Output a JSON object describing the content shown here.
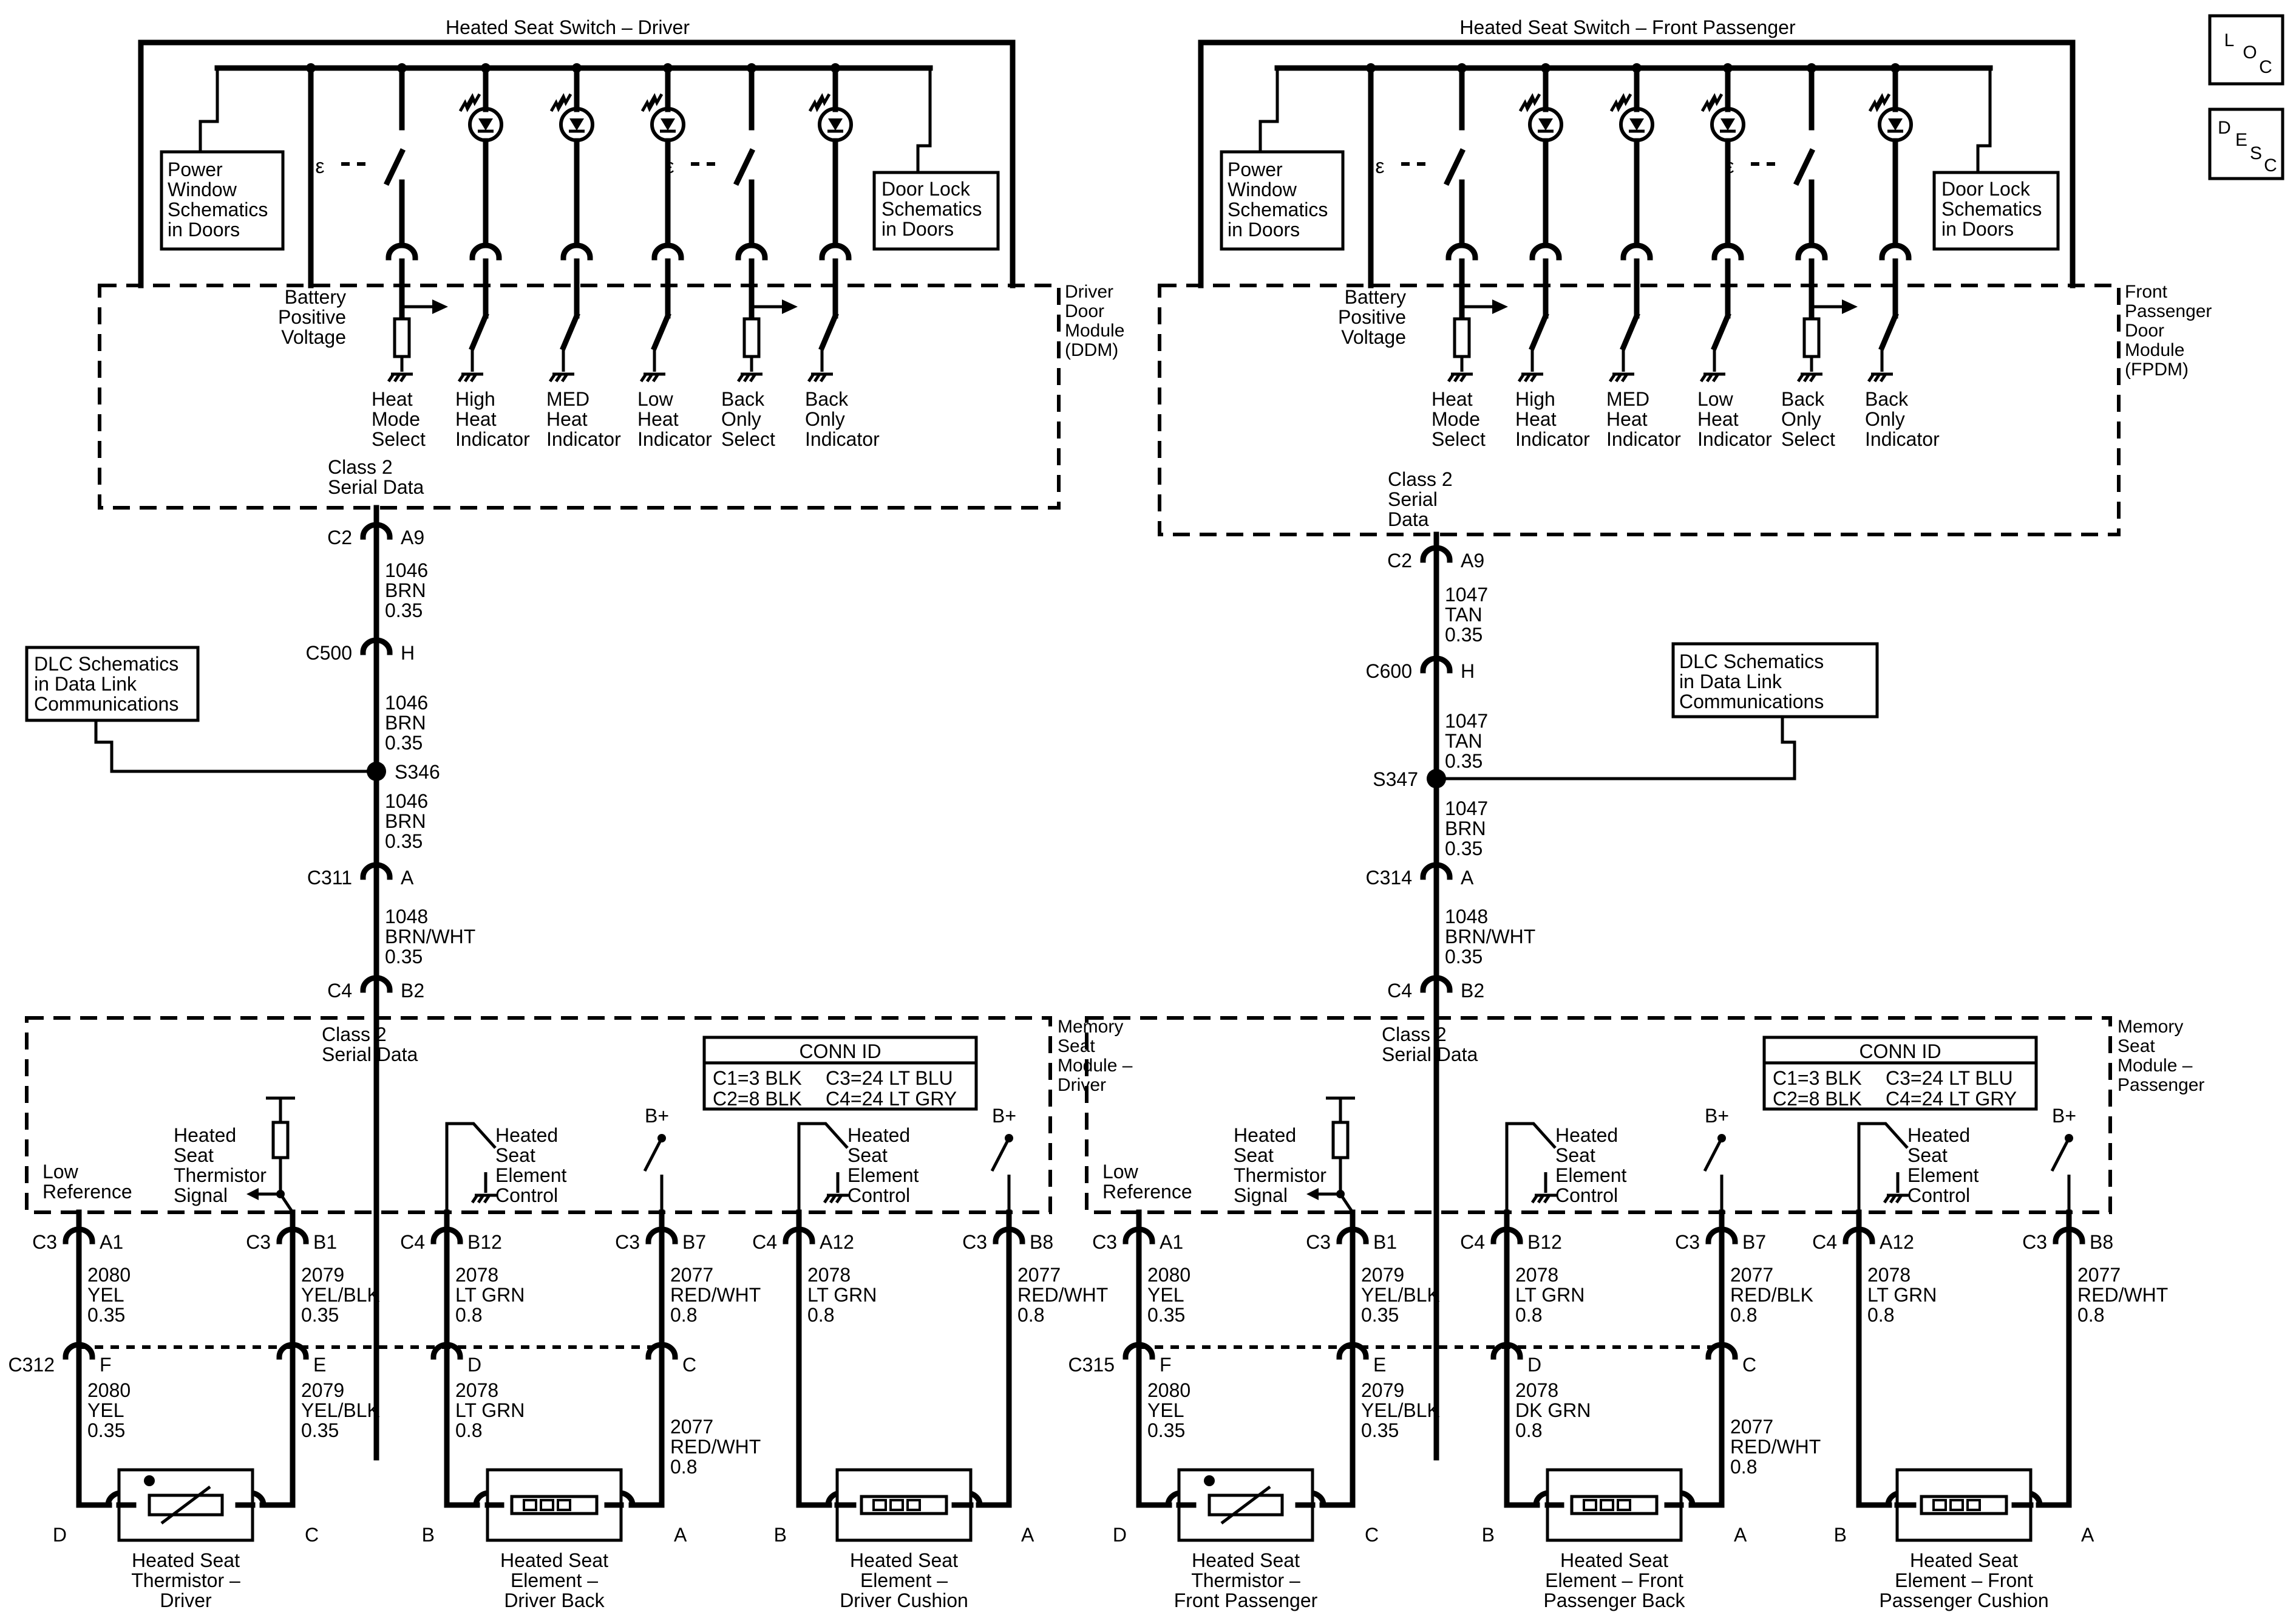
{
  "driver": {
    "switch_title": "Heated Seat Switch – Driver",
    "power_window_ref": [
      "Power",
      "Window",
      "Schematics",
      "in Doors"
    ],
    "door_lock_ref": [
      "Door Lock",
      "Schematics",
      "in Doors"
    ],
    "battery_label": [
      "Battery",
      "Positive",
      "Voltage"
    ],
    "module_label": [
      "Driver",
      "Door",
      "Module",
      "(DDM)"
    ],
    "circuits": [
      [
        "Heat",
        "Mode",
        "Select"
      ],
      [
        "High",
        "Heat",
        "Indicator"
      ],
      [
        "MED",
        "Heat",
        "Indicator"
      ],
      [
        "Low",
        "Heat",
        "Indicator"
      ],
      [
        "Back",
        "Only",
        "Select"
      ],
      [
        "Back",
        "Only",
        "Indicator"
      ]
    ],
    "serial_top": [
      "Class 2",
      "Serial Data"
    ],
    "conn_top": {
      "name": "C2",
      "pin": "A9"
    },
    "wire1": [
      "1046",
      "BRN",
      "0.35"
    ],
    "conn_mid": {
      "name": "C500",
      "pin": "H"
    },
    "wire2": [
      "1046",
      "BRN",
      "0.35"
    ],
    "splice": "S346",
    "wire3": [
      "1046",
      "BRN",
      "0.35"
    ],
    "conn_low": {
      "name": "C311",
      "pin": "A"
    },
    "wire4": [
      "1048",
      "BRN/WHT",
      "0.35"
    ],
    "conn_mem": {
      "name": "C4",
      "pin": "B2"
    },
    "dlc_ref": [
      "DLC Schematics",
      "in Data Link",
      "Communications"
    ],
    "memory_module": [
      "Memory",
      "Seat",
      "Module –",
      "Driver"
    ],
    "serial_mem": [
      "Class 2",
      "Serial Data"
    ],
    "conn_id_title": "CONN ID",
    "conn_id_rows": [
      [
        "C1=3 BLK",
        "C3=24 LT BLU"
      ],
      [
        "C2=8 BLK",
        "C4=24 LT GRY"
      ]
    ],
    "low_ref": [
      "Low",
      "Reference"
    ],
    "thermistor_signal": [
      "Heated",
      "Seat",
      "Thermistor",
      "Signal"
    ],
    "element_control": [
      "Heated",
      "Seat",
      "Element",
      "Control"
    ],
    "b_plus": "B+",
    "pins": [
      {
        "conn": "C3",
        "pin": "A1",
        "wire": [
          "2080",
          "YEL",
          "0.35"
        ],
        "inline": "F",
        "wire2": [
          "2080",
          "YEL",
          "0.35"
        ]
      },
      {
        "conn": "C3",
        "pin": "B1",
        "wire": [
          "2079",
          "YEL/BLK",
          "0.35"
        ],
        "inline": "E",
        "wire2": [
          "2079",
          "YEL/BLK",
          "0.35"
        ]
      },
      {
        "conn": "C4",
        "pin": "B12",
        "wire": [
          "2078",
          "LT GRN",
          "0.8"
        ],
        "inline": "D",
        "wire2": [
          "2078",
          "LT GRN",
          "0.8"
        ]
      },
      {
        "conn": "C3",
        "pin": "B7",
        "wire": [
          "2077",
          "RED/WHT",
          "0.8"
        ],
        "inline": "C",
        "wire2": [
          "2077",
          "RED/WHT",
          "0.8"
        ]
      },
      {
        "conn": "C4",
        "pin": "A12",
        "wire": [
          "2078",
          "LT GRN",
          "0.8"
        ]
      },
      {
        "conn": "C3",
        "pin": "B8",
        "wire": [
          "2077",
          "RED/WHT",
          "0.8"
        ]
      }
    ],
    "inline_conn": "C312",
    "components": [
      {
        "left": "D",
        "right": "C",
        "label": [
          "Heated Seat",
          "Thermistor –",
          "Driver"
        ]
      },
      {
        "left": "B",
        "right": "A",
        "label": [
          "Heated Seat",
          "Element –",
          "Driver Back"
        ]
      },
      {
        "left": "B",
        "right": "A",
        "label": [
          "Heated Seat",
          "Element –",
          "Driver Cushion"
        ]
      }
    ]
  },
  "passenger": {
    "switch_title": "Heated Seat Switch – Front Passenger",
    "power_window_ref": [
      "Power",
      "Window",
      "Schematics",
      "in Doors"
    ],
    "door_lock_ref": [
      "Door Lock",
      "Schematics",
      "in Doors"
    ],
    "battery_label": [
      "Battery",
      "Positive",
      "Voltage"
    ],
    "module_label": [
      "Front",
      "Passenger",
      "Door",
      "Module",
      "(FPDM)"
    ],
    "circuits": [
      [
        "Heat",
        "Mode",
        "Select"
      ],
      [
        "High",
        "Heat",
        "Indicator"
      ],
      [
        "MED",
        "Heat",
        "Indicator"
      ],
      [
        "Low",
        "Heat",
        "Indicator"
      ],
      [
        "Back",
        "Only",
        "Select"
      ],
      [
        "Back",
        "Only",
        "Indicator"
      ]
    ],
    "serial_top": [
      "Class 2",
      "Serial",
      "Data"
    ],
    "conn_top": {
      "name": "C2",
      "pin": "A9"
    },
    "wire1": [
      "1047",
      "TAN",
      "0.35"
    ],
    "conn_mid": {
      "name": "C600",
      "pin": "H"
    },
    "wire2": [
      "1047",
      "TAN",
      "0.35"
    ],
    "splice": "S347",
    "wire3": [
      "1047",
      "BRN",
      "0.35"
    ],
    "conn_low": {
      "name": "C314",
      "pin": "A"
    },
    "wire4": [
      "1048",
      "BRN/WHT",
      "0.35"
    ],
    "conn_mem": {
      "name": "C4",
      "pin": "B2"
    },
    "dlc_ref": [
      "DLC Schematics",
      "in Data Link",
      "Communications"
    ],
    "memory_module": [
      "Memory",
      "Seat",
      "Module –",
      "Passenger"
    ],
    "serial_mem": [
      "Class 2",
      "Serial Data"
    ],
    "conn_id_title": "CONN ID",
    "conn_id_rows": [
      [
        "C1=3 BLK",
        "C3=24 LT BLU"
      ],
      [
        "C2=8 BLK",
        "C4=24 LT GRY"
      ]
    ],
    "low_ref": [
      "Low",
      "Reference"
    ],
    "thermistor_signal": [
      "Heated",
      "Seat",
      "Thermistor",
      "Signal"
    ],
    "element_control": [
      "Heated",
      "Seat",
      "Element",
      "Control"
    ],
    "b_plus": "B+",
    "pins": [
      {
        "conn": "C3",
        "pin": "A1",
        "wire": [
          "2080",
          "YEL",
          "0.35"
        ],
        "inline": "F",
        "wire2": [
          "2080",
          "YEL",
          "0.35"
        ]
      },
      {
        "conn": "C3",
        "pin": "B1",
        "wire": [
          "2079",
          "YEL/BLK",
          "0.35"
        ],
        "inline": "E",
        "wire2": [
          "2079",
          "YEL/BLK",
          "0.35"
        ]
      },
      {
        "conn": "C4",
        "pin": "B12",
        "wire": [
          "2078",
          "LT GRN",
          "0.8"
        ],
        "inline": "D",
        "wire2": [
          "2078",
          "DK GRN",
          "0.8"
        ]
      },
      {
        "conn": "C3",
        "pin": "B7",
        "wire": [
          "2077",
          "RED/BLK",
          "0.8"
        ],
        "inline": "C",
        "wire2": [
          "2077",
          "RED/WHT",
          "0.8"
        ]
      },
      {
        "conn": "C4",
        "pin": "A12",
        "wire": [
          "2078",
          "LT GRN",
          "0.8"
        ]
      },
      {
        "conn": "C3",
        "pin": "B8",
        "wire": [
          "2077",
          "RED/WHT",
          "0.8"
        ]
      }
    ],
    "inline_conn": "C315",
    "components": [
      {
        "left": "D",
        "right": "C",
        "label": [
          "Heated Seat",
          "Thermistor –",
          "Front Passenger"
        ]
      },
      {
        "left": "B",
        "right": "A",
        "label": [
          "Heated Seat",
          "Element – Front",
          "Passenger Back"
        ]
      },
      {
        "left": "B",
        "right": "A",
        "label": [
          "Heated Seat",
          "Element – Front",
          "Passenger Cushion"
        ]
      }
    ]
  },
  "nav": {
    "loc": [
      "L",
      "O",
      "C"
    ],
    "desc": [
      "D",
      "E",
      "S",
      "C"
    ]
  }
}
